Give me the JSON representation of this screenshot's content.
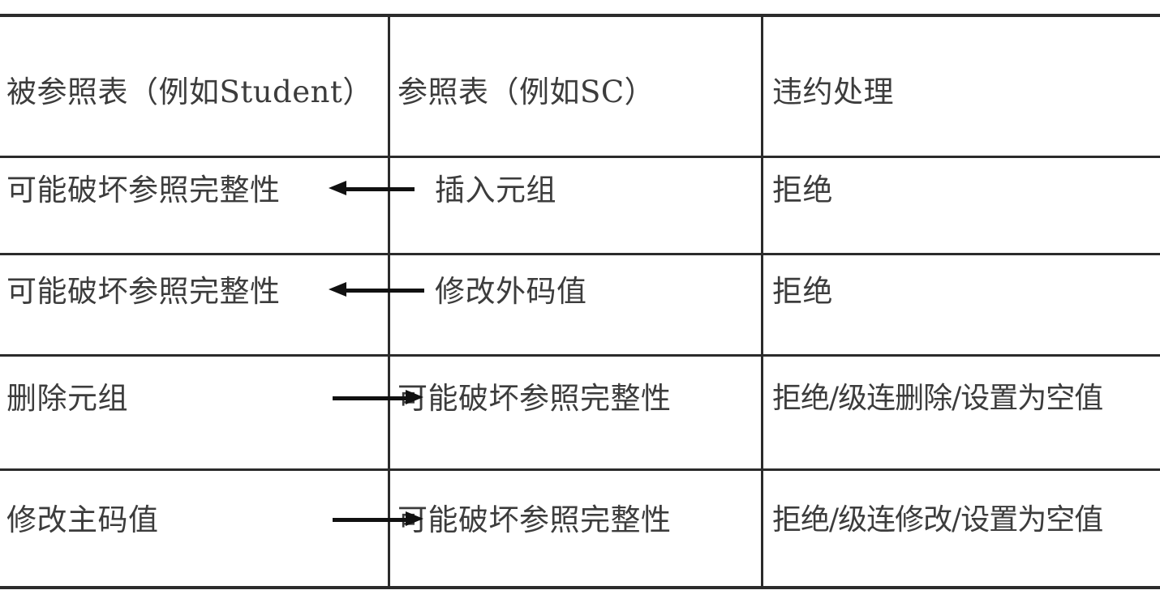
{
  "document": {
    "kind": "reference-integrity-violation-table",
    "background_color": "#ffffff",
    "rule_color": "#2b2b2b",
    "text_color": "#3c3c3c",
    "arrow_color": "#111111"
  },
  "table": {
    "columns": [
      {
        "key": "referenced",
        "header": "被参照表（例如Student）"
      },
      {
        "key": "referencing",
        "header": "参照表（例如SC）"
      },
      {
        "key": "handling",
        "header": "违约处理"
      }
    ],
    "rows": [
      {
        "referenced": "可能破坏参照完整性",
        "referencing": "插入元组",
        "handling": "拒绝",
        "arrow": "left",
        "arrow_name": "arrow-left-insert-tuple"
      },
      {
        "referenced": "可能破坏参照完整性",
        "referencing": "修改外码值",
        "handling": "拒绝",
        "arrow": "left",
        "arrow_name": "arrow-left-modify-foreign-key"
      },
      {
        "referenced": "删除元组",
        "referencing": "可能破坏参照完整性",
        "handling": "拒绝/级连删除/设置为空值",
        "arrow": "right",
        "arrow_name": "arrow-right-delete-tuple"
      },
      {
        "referenced": "修改主码值",
        "referencing": "可能破坏参照完整性",
        "handling": "拒绝/级连修改/设置为空值",
        "arrow": "right",
        "arrow_name": "arrow-right-modify-primary-key"
      }
    ]
  }
}
